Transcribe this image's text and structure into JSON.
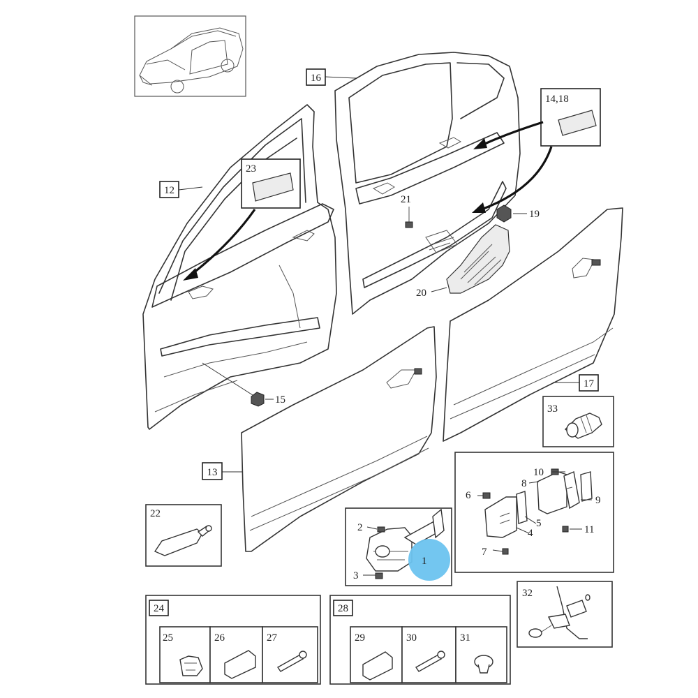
{
  "callouts": {
    "c1": "1",
    "c2": "2",
    "c3": "3",
    "c4": "4",
    "c5": "5",
    "c6": "6",
    "c7": "7",
    "c8": "8",
    "c9": "9",
    "c10": "10",
    "c11": "11",
    "c12": "12",
    "c13": "13",
    "c14_18": "14,18",
    "c15": "15",
    "c16": "16",
    "c17": "17",
    "c19": "19",
    "c20": "20",
    "c21": "21",
    "c22": "22",
    "c23": "23",
    "c24": "24",
    "c25": "25",
    "c26": "26",
    "c27": "27",
    "c28": "28",
    "c29": "29",
    "c30": "30",
    "c31": "31",
    "c32": "32",
    "c33": "33"
  },
  "colors": {
    "highlight_marker": "#6cc3ef",
    "line": "#333333",
    "background": "#ffffff"
  },
  "icons": [
    "car-thumbnail-icon",
    "front-door-frame-icon",
    "rear-door-frame-icon",
    "front-door-skin-icon",
    "rear-door-skin-icon",
    "sealing-patch-icon",
    "nut-icon",
    "screw-icon",
    "sound-insulator-icon",
    "door-check-strap-icon",
    "hinge-icon",
    "adhesive-tube-icon",
    "clip-icon",
    "rivet-icon",
    "plug-icon",
    "bushing-icon",
    "door-stop-icon"
  ]
}
